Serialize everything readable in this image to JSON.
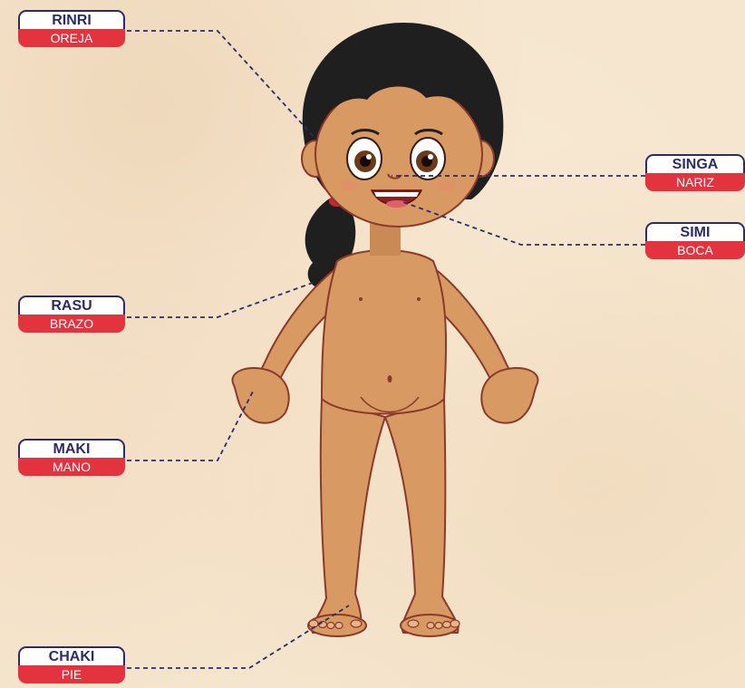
{
  "colors": {
    "background": "#f6e6cf",
    "label_border": "#2b2b6b",
    "label_red": "#e3333f",
    "skin": "#d89a62",
    "hair": "#1f1f1f"
  },
  "labels": {
    "rinri": {
      "quechua": "RINRI",
      "spanish": "OREJA"
    },
    "singa": {
      "quechua": "SINGA",
      "spanish": "NARIZ"
    },
    "simi": {
      "quechua": "SIMI",
      "spanish": "BOCA"
    },
    "rasu": {
      "quechua": "RASU",
      "spanish": "BRAZO"
    },
    "maki": {
      "quechua": "MAKI",
      "spanish": "MANO"
    },
    "chaki": {
      "quechua": "CHAKI",
      "spanish": "PIE"
    }
  }
}
